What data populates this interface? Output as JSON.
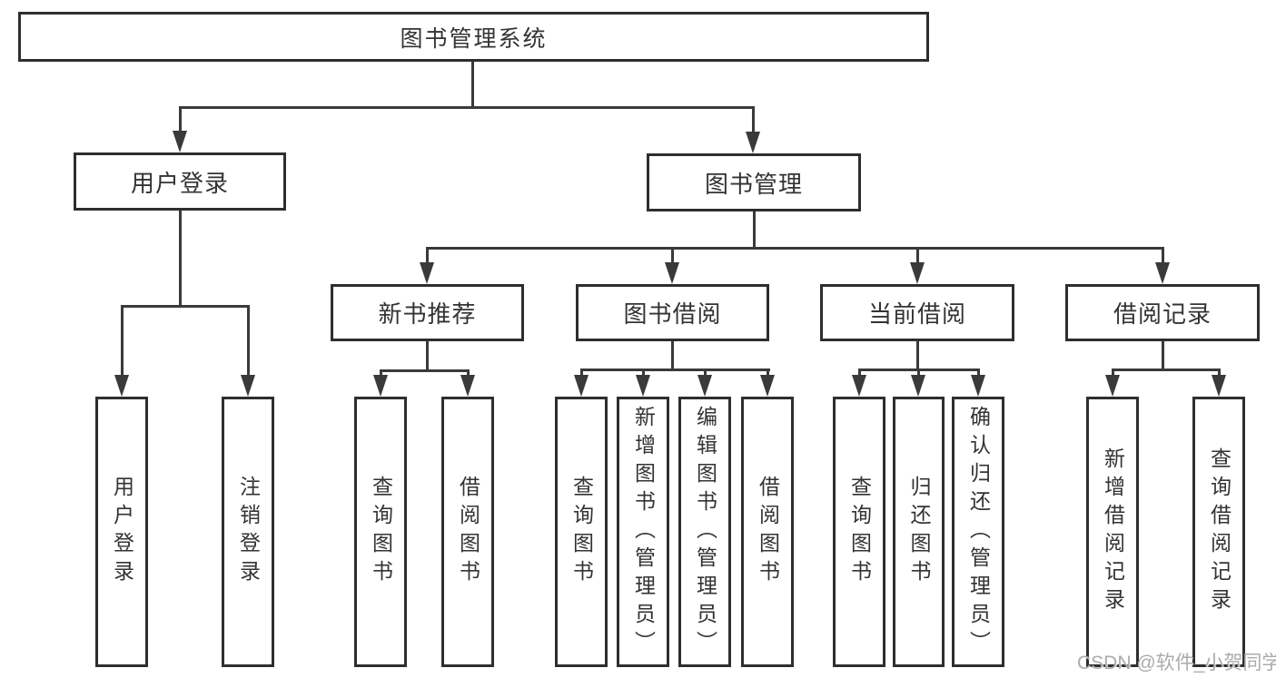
{
  "diagram": {
    "title": {
      "label": "图书管理系统"
    },
    "level2": [
      {
        "label": "用户登录"
      },
      {
        "label": "图书管理"
      }
    ],
    "level3": [
      {
        "label": "新书推荐"
      },
      {
        "label": "图书借阅"
      },
      {
        "label": "当前借阅"
      },
      {
        "label": "借阅记录"
      }
    ],
    "leaves": [
      {
        "label": "用户登录"
      },
      {
        "label": "注销登录"
      },
      {
        "label": "查询图书"
      },
      {
        "label": "借阅图书"
      },
      {
        "label": "查询图书"
      },
      {
        "label": "新增图书（管理员）"
      },
      {
        "label": "编辑图书（管理员）"
      },
      {
        "label": "借阅图书"
      },
      {
        "label": "查询图书"
      },
      {
        "label": "归还图书"
      },
      {
        "label": "确认归还（管理员）"
      },
      {
        "label": "新增借阅记录"
      },
      {
        "label": "查询借阅记录"
      }
    ]
  },
  "watermark": {
    "text": "CSDN @软件_小贺同学"
  },
  "colors": {
    "line": "#3a3a3a",
    "border": "#2e2e2e",
    "text": "#333333",
    "watermark": "#ababab",
    "background": "#ffffff"
  }
}
